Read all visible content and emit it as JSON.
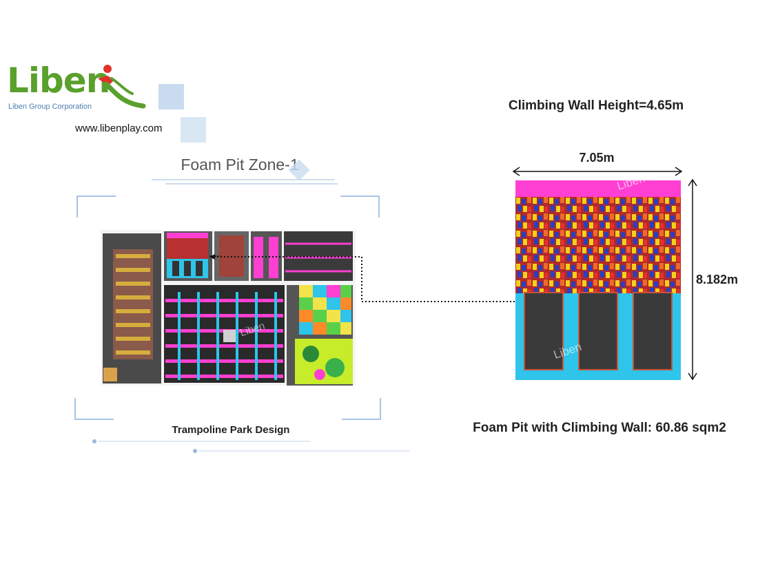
{
  "logo": {
    "word": "Liben",
    "tagline": "Liben Group Corporation"
  },
  "website": "www.libenplay.com",
  "left_panel": {
    "title": "Foam Pit Zone-1",
    "caption": "Trampoline Park Design"
  },
  "right_panel": {
    "height_label": "Climbing Wall Height=4.65m",
    "width_dim": "7.05m",
    "depth_dim": "8.182m",
    "area_label": "Foam Pit with Climbing Wall: 60.86 sqm2"
  },
  "watermark": "Liben",
  "colors": {
    "brand_green": "#5aa02c",
    "accent_blue": "#c9dcef",
    "magenta": "#ff3fd2",
    "cyan": "#2fc4ea",
    "dark_mat": "#3a3a3a"
  }
}
